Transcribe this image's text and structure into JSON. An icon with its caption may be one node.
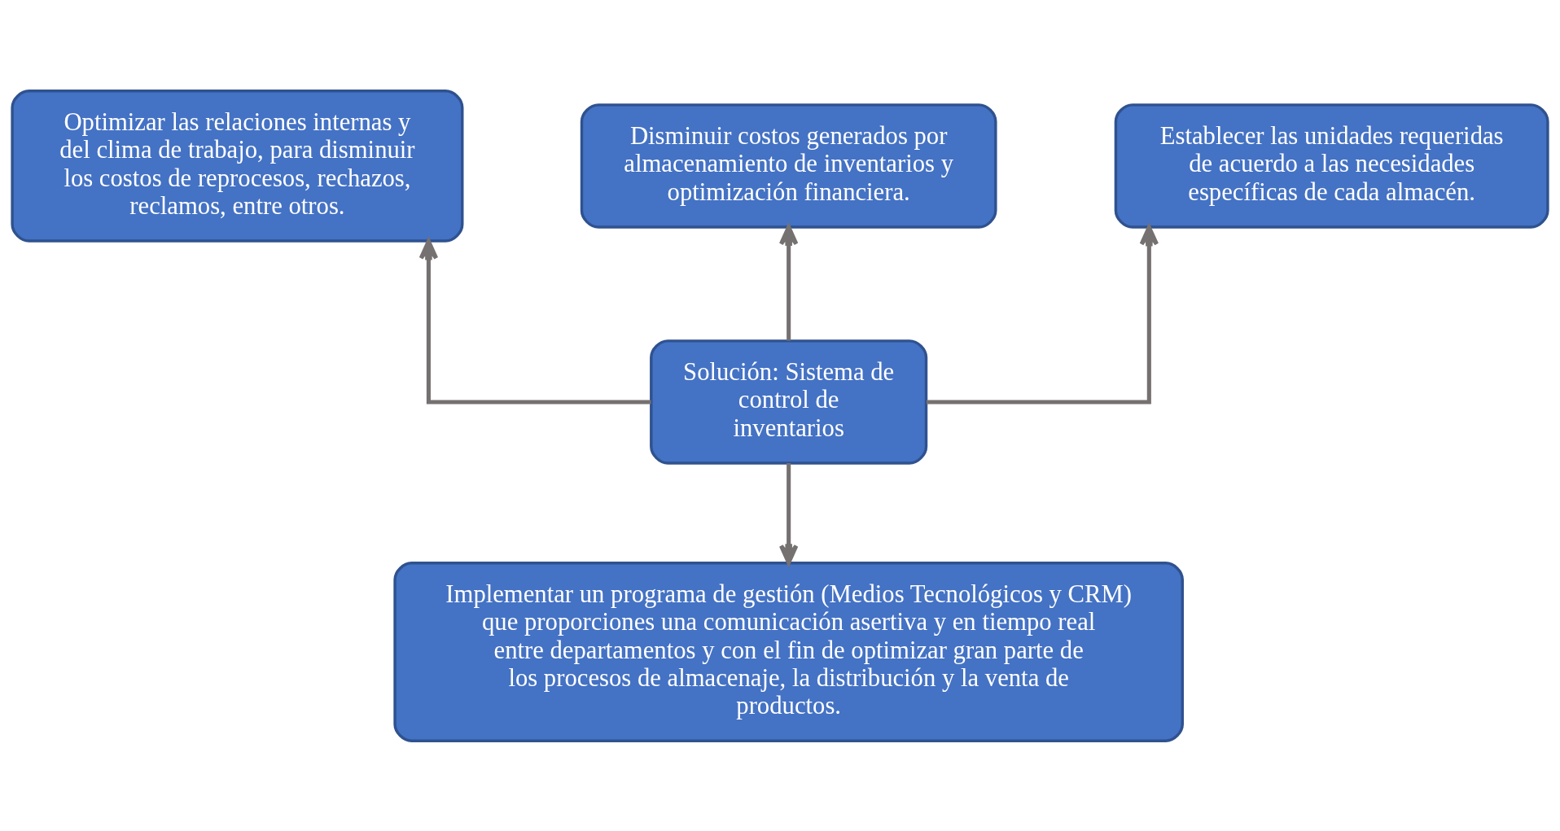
{
  "diagram": {
    "nodes": [
      {
        "text": [
          "Optimizar las relaciones internas y del clima de trabajo, para disminuir los costos de reprocesos, rechazos, reclamos, entre otros."
        ]
      },
      {
        "text": [
          "Disminuir costos generados por almacenamiento de inventarios y optimización financiera."
        ]
      },
      {
        "text": [
          "Establecer las unidades requeridas de acuerdo a las necesidades específicas de cada almacén."
        ]
      },
      {
        "text": [
          "Solución: Sistema de control de inventarios"
        ]
      },
      {
        "text": [
          "Implementar un programa de gestión (Medios Tecnológicos y CRM) que proporciones una comunicación asertiva y en tiempo real entre departamentos y con el fin de optimizar gran parte de los procesos de almacenaje, la distribución y la venta de productos."
        ]
      }
    ],
    "edges": [
      {
        "from": 3,
        "to": 0,
        "arrow": "to"
      },
      {
        "from": 3,
        "to": 1,
        "arrow": "to"
      },
      {
        "from": 3,
        "to": 2,
        "arrow": "to"
      },
      {
        "from": 3,
        "to": 4,
        "arrow": "to"
      }
    ]
  }
}
